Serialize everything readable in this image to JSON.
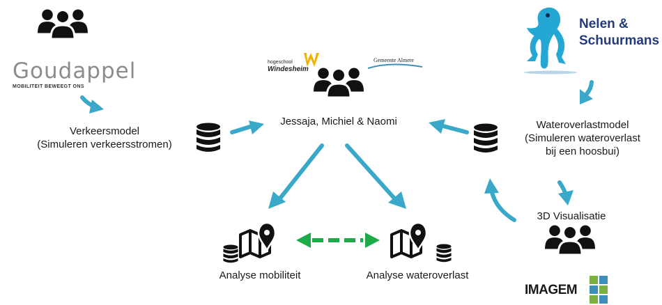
{
  "colors": {
    "arrow_blue": "#39a8c9",
    "arrow_green": "#1eaa49",
    "icon": "#111111",
    "goudappel_grey": "#8c8c8c",
    "nelen_blue": "#233b7d",
    "frog_blue": "#25a7d3",
    "windesheim_yellow": "#f2b000",
    "imagem_green": "#79b241",
    "imagem_blue": "#3c8fb9"
  },
  "organizations": {
    "goudappel": {
      "name": "Goudappel",
      "tagline": "MOBILITEIT BEWEEGT ONS",
      "icon": "people-group-icon"
    },
    "nelen": {
      "line1": "Nelen &",
      "line2": "Schuurmans",
      "icon": "frog-logo-icon"
    },
    "windesheim": {
      "small": "hogeschool",
      "name": "Windesheim"
    },
    "almere": {
      "name": "Gemeente Almere"
    },
    "imagem": {
      "name": "IMAGEM",
      "icon": "people-group-icon"
    }
  },
  "nodes": {
    "center": {
      "label": "Jessaja, Michiel & Naomi",
      "icon": "people-group-icon"
    },
    "traffic_model": {
      "line1": "Verkeersmodel",
      "line2": "(Simuleren verkeersstromen)",
      "icon": "database-icon"
    },
    "water_model": {
      "line1": "Wateroverlastmodel",
      "line2": "(Simuleren wateroverlast",
      "line3": "bij een hoosbui)",
      "icon": "database-icon"
    },
    "visualisation": {
      "label": "3D Visualisatie"
    },
    "analysis_mobility": {
      "label": "Analyse mobiliteit",
      "icon": "map-pin-icon"
    },
    "analysis_water": {
      "label": "Analyse wateroverlast",
      "icon": "map-pin-icon"
    }
  }
}
